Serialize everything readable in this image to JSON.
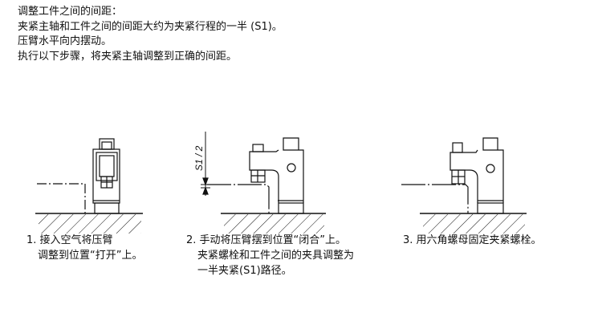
{
  "intro": {
    "heading": "调整工件之间的间距：",
    "lines": [
      "夹紧主轴和工件之间的间距大约为夹紧行程的一半 (S1)。",
      "压臂水平向内摆动。",
      "执行以下步骤，将夹紧主轴调整到正确的间距。"
    ]
  },
  "steps": [
    {
      "lines": [
        "1. 接入空气将压臂",
        "调整到位置“打开”上。"
      ]
    },
    {
      "lines": [
        "2. 手动将压臂摆到位置“闭合”上。",
        "夹紧螺栓和工件之间的夹具调整为",
        "一半夹紧(S1)路径。"
      ]
    },
    {
      "lines": [
        "3. 用六角螺母固定夹紧螺栓。"
      ]
    }
  ],
  "dimension_label": "S1 / 2"
}
